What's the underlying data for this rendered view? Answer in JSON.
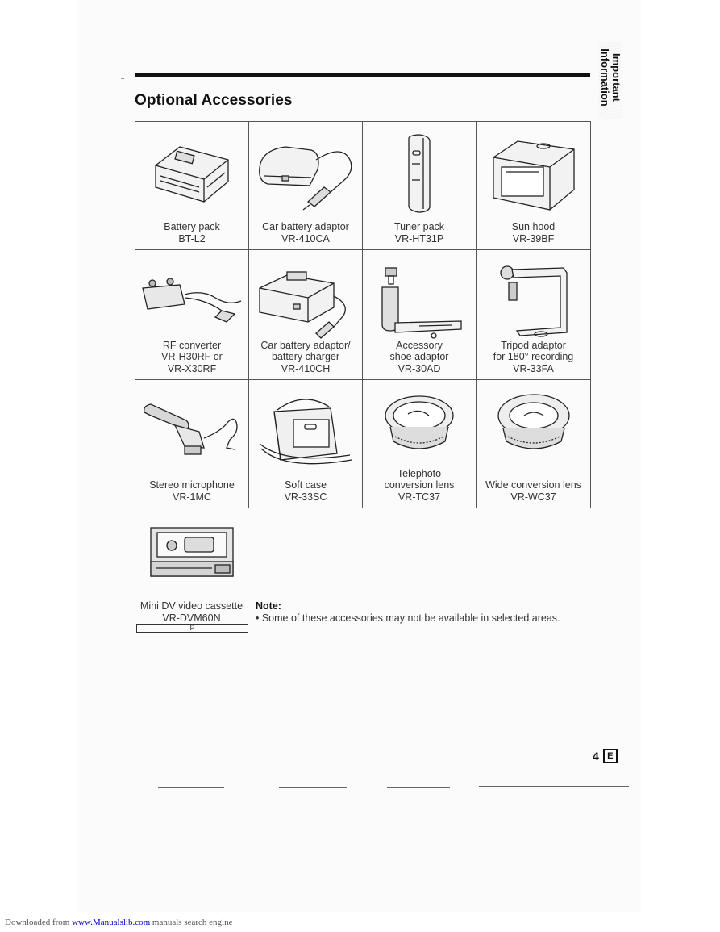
{
  "header": {
    "section_title": "Optional Accessories",
    "side_tab": "Important Information"
  },
  "accessories": [
    {
      "name": "Battery pack",
      "lines": [
        "Battery pack",
        "BT-L2"
      ],
      "icon": "battery-pack-icon"
    },
    {
      "name": "Car battery adaptor",
      "lines": [
        "Car battery adaptor",
        "VR-410CA"
      ],
      "icon": "car-battery-adaptor-icon"
    },
    {
      "name": "Tuner pack",
      "lines": [
        "Tuner pack",
        "VR-HT31P"
      ],
      "icon": "tuner-pack-icon"
    },
    {
      "name": "Sun hood",
      "lines": [
        "Sun hood",
        "VR-39BF"
      ],
      "icon": "sun-hood-icon"
    },
    {
      "name": "RF converter",
      "lines": [
        "RF converter",
        "VR-H30RF or",
        "VR-X30RF"
      ],
      "icon": "rf-converter-icon"
    },
    {
      "name": "Car battery adaptor/battery charger",
      "lines": [
        "Car battery adaptor/",
        "battery charger",
        "VR-410CH"
      ],
      "icon": "battery-charger-icon"
    },
    {
      "name": "Accessory shoe adaptor",
      "lines": [
        "Accessory",
        "shoe adaptor",
        "VR-30AD"
      ],
      "icon": "shoe-adaptor-icon"
    },
    {
      "name": "Tripod adaptor",
      "lines": [
        "Tripod adaptor",
        "for 180° recording",
        "VR-33FA"
      ],
      "icon": "tripod-adaptor-icon"
    },
    {
      "name": "Stereo microphone",
      "lines": [
        "Stereo microphone",
        "VR-1MC"
      ],
      "icon": "stereo-microphone-icon"
    },
    {
      "name": "Soft case",
      "lines": [
        "Soft case",
        "VR-33SC"
      ],
      "icon": "soft-case-icon"
    },
    {
      "name": "Telephoto conversion lens",
      "lines": [
        "Telephoto",
        "conversion lens",
        "VR-TC37"
      ],
      "icon": "telephoto-lens-icon"
    },
    {
      "name": "Wide conversion lens",
      "lines": [
        "Wide conversion lens",
        "VR-WC37"
      ],
      "icon": "wide-lens-icon"
    }
  ],
  "cassette": {
    "line1": "Mini DV video cassette",
    "line2": "VR-DVM60N",
    "mark": "P",
    "icon": "mini-dv-cassette-icon"
  },
  "note": {
    "heading": "Note:",
    "text": "• Some of these accessories may not be available in selected areas."
  },
  "page_number": {
    "number": "4",
    "language_mark": "E"
  },
  "footer": {
    "prefix": "Downloaded from",
    "link": "www.Manualslib.com",
    "suffix": "manuals search engine"
  }
}
